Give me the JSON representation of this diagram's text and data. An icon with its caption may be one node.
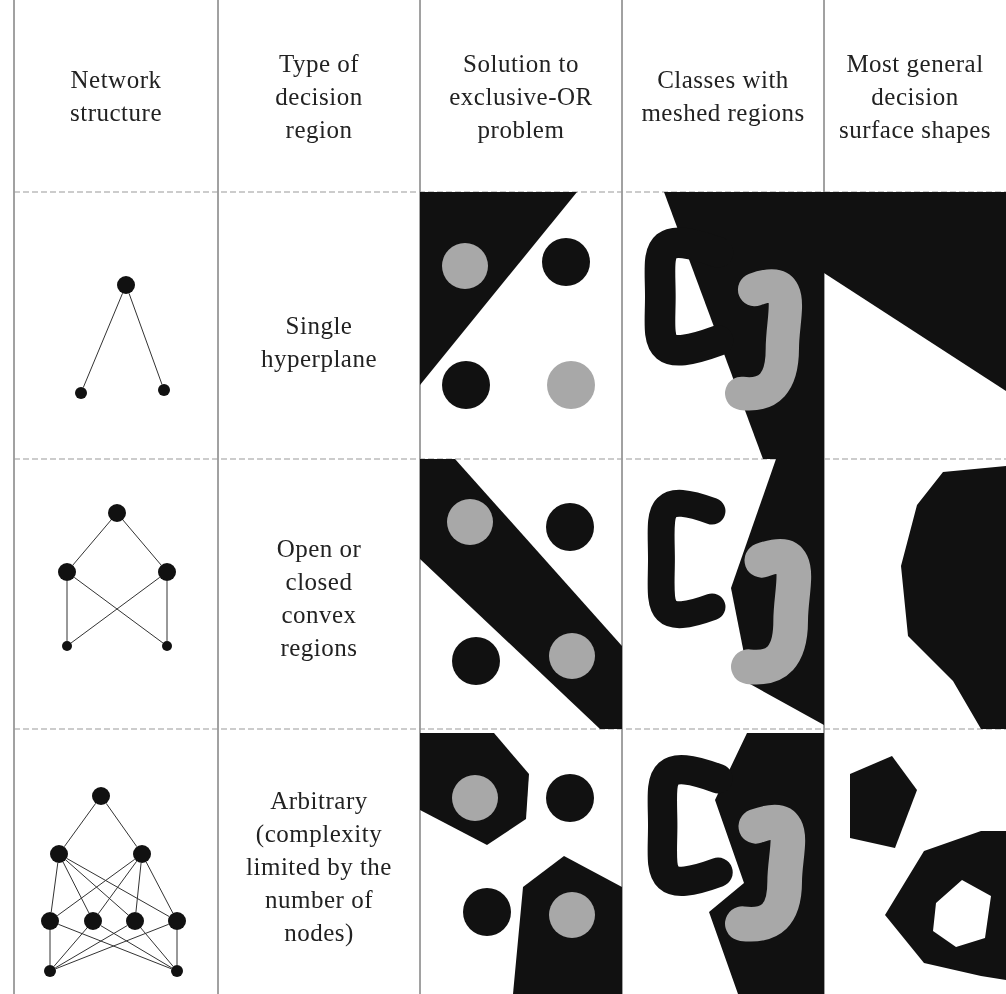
{
  "diagram": {
    "nodes": [
      {
        "text": [],
        "shape": "circle"
      },
      {
        "text": [],
        "shape": "circle"
      },
      {
        "text": [],
        "shape": "circle"
      },
      {
        "text": [],
        "shape": "circle"
      },
      {
        "text": [],
        "shape": "circle"
      },
      {
        "text": [],
        "shape": "circle"
      },
      {
        "text": [],
        "shape": "circle"
      },
      {
        "text": [],
        "shape": "circle"
      },
      {
        "text": [],
        "shape": "circle"
      },
      {
        "text": [],
        "shape": "circle"
      },
      {
        "text": [],
        "shape": "circle"
      },
      {
        "text": [],
        "shape": "circle"
      },
      {
        "text": [],
        "shape": "circle"
      },
      {
        "text": [],
        "shape": "circle"
      },
      {
        "text": [],
        "shape": "circle"
      },
      {
        "text": [],
        "shape": "circle"
      },
      {
        "text": [],
        "shape": "circle"
      }
    ],
    "edges": [
      {
        "from": 0,
        "to": 1,
        "arrow": "none"
      },
      {
        "from": 0,
        "to": 2,
        "arrow": "none"
      },
      {
        "from": 3,
        "to": 4,
        "arrow": "none"
      },
      {
        "from": 3,
        "to": 5,
        "arrow": "none"
      },
      {
        "from": 4,
        "to": 6,
        "arrow": "none"
      },
      {
        "from": 4,
        "to": 7,
        "arrow": "none"
      },
      {
        "from": 5,
        "to": 6,
        "arrow": "none"
      },
      {
        "from": 5,
        "to": 7,
        "arrow": "none"
      },
      {
        "from": 8,
        "to": 9,
        "arrow": "none"
      },
      {
        "from": 8,
        "to": 10,
        "arrow": "none"
      },
      {
        "from": 9,
        "to": 11,
        "arrow": "none"
      },
      {
        "from": 9,
        "to": 12,
        "arrow": "none"
      },
      {
        "from": 9,
        "to": 13,
        "arrow": "none"
      },
      {
        "from": 9,
        "to": 14,
        "arrow": "none"
      },
      {
        "from": 10,
        "to": 11,
        "arrow": "none"
      },
      {
        "from": 10,
        "to": 12,
        "arrow": "none"
      },
      {
        "from": 10,
        "to": 13,
        "arrow": "none"
      },
      {
        "from": 10,
        "to": 14,
        "arrow": "none"
      },
      {
        "from": 11,
        "to": 15,
        "arrow": "none"
      },
      {
        "from": 11,
        "to": 16,
        "arrow": "none"
      },
      {
        "from": 12,
        "to": 15,
        "arrow": "none"
      },
      {
        "from": 12,
        "to": 16,
        "arrow": "none"
      },
      {
        "from": 13,
        "to": 15,
        "arrow": "none"
      },
      {
        "from": 13,
        "to": 16,
        "arrow": "none"
      },
      {
        "from": 14,
        "to": 15,
        "arrow": "none"
      },
      {
        "from": 14,
        "to": 16,
        "arrow": "none"
      }
    ],
    "labels": [
      "Network structure",
      "Type of decision region",
      "Solution to exclusive-OR problem",
      "Classes with meshed regions",
      "Most general decision surface shapes",
      "Single hyperplane",
      "Open or closed convex regions",
      "Arbitrary (complexity limited by the number of nodes)"
    ]
  }
}
